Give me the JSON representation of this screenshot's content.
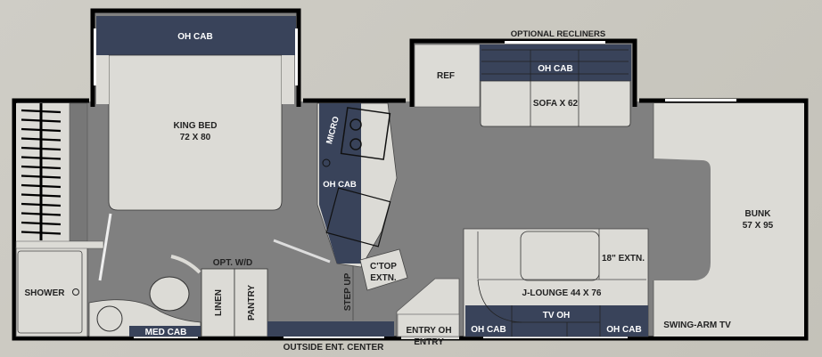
{
  "colors": {
    "background": "#c9c7bf",
    "floor": "#808080",
    "furniture": "#dcdbd6",
    "cabinet": "#39435a",
    "wall": "#000000"
  },
  "labels": {
    "bed_oh_cab": "OH CAB",
    "king_bed_line1": "KING BED",
    "king_bed_line2": "72 X 80",
    "micro": "MICRO",
    "kitchen_oh_cab": "OH CAB",
    "optional_recliners": "OPTIONAL RECLINERS",
    "ref": "REF",
    "sofa_oh_cab": "OH CAB",
    "sofa": "SOFA X 62",
    "bunk_line1": "BUNK",
    "bunk_line2": "57 X 95",
    "extension": "18\" EXTN.",
    "j_lounge": "J-LOUNGE 44 X 76",
    "tv_oh": "TV OH",
    "lounge_oh_cab_left": "OH CAB",
    "lounge_oh_cab_right": "OH CAB",
    "swing_arm_tv": "SWING-ARM TV",
    "entry_oh": "ENTRY OH",
    "entry": "ENTRY",
    "outside_ent_center": "OUTSIDE ENT. CENTER",
    "step_up": "STEP UP",
    "ctop_line1": "C'TOP",
    "ctop_line2": "EXTN.",
    "opt_wd": "OPT. W/D",
    "linen": "LINEN",
    "pantry": "PANTRY",
    "shower": "SHOWER",
    "med_cab": "MED CAB"
  }
}
